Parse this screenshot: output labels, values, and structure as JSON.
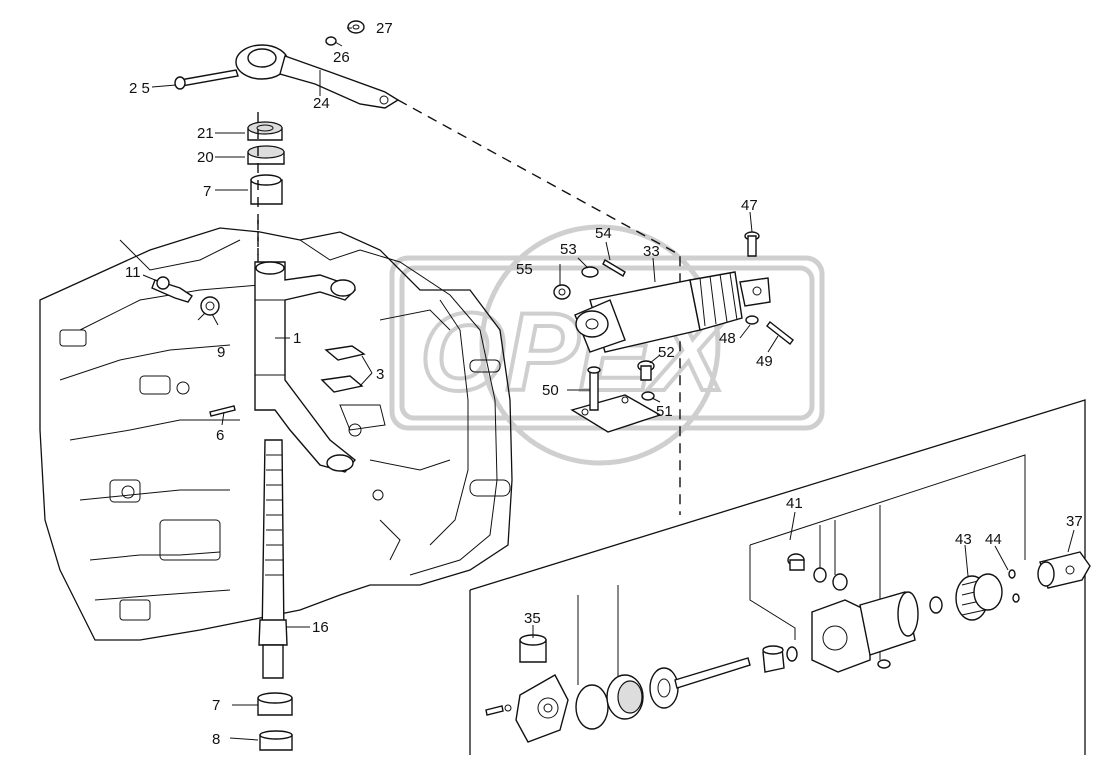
{
  "watermark": "OPEX",
  "callouts": {
    "c1": "1",
    "c3": "3",
    "c6": "6",
    "c7a": "7",
    "c7b": "7",
    "c8": "8",
    "c9": "9",
    "c11": "11",
    "c16": "16",
    "c20": "20",
    "c21": "21",
    "c24": "24",
    "c25": "2 5",
    "c26": "26",
    "c27": "27",
    "c33": "33",
    "c35": "35",
    "c37": "37",
    "c41": "41",
    "c43": "43",
    "c44": "44",
    "c47": "47",
    "c48": "48",
    "c49": "49",
    "c50": "50",
    "c51": "51",
    "c52": "52",
    "c53": "53",
    "c54": "54",
    "c55": "55"
  }
}
